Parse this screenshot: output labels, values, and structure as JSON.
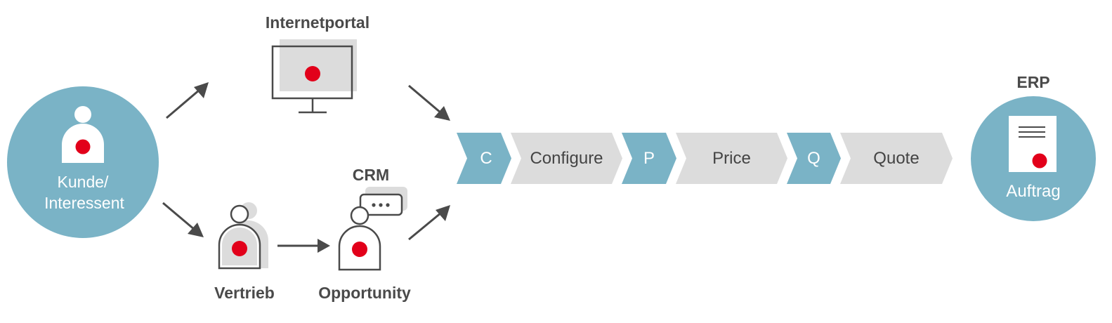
{
  "nodes": {
    "customer_line1": "Kunde/",
    "customer_line2": "Interessent",
    "portal": "Internetportal",
    "crm": "CRM",
    "sales": "Vertrieb",
    "opportunity": "Opportunity",
    "erp": "ERP",
    "order": "Auftrag"
  },
  "process": [
    {
      "label": "C",
      "kind": "letter"
    },
    {
      "label": "Configure",
      "kind": "word"
    },
    {
      "label": "P",
      "kind": "letter"
    },
    {
      "label": "Price",
      "kind": "word"
    },
    {
      "label": "Q",
      "kind": "letter"
    },
    {
      "label": "Quote",
      "kind": "word"
    }
  ],
  "colors": {
    "teal": "#7ab3c6",
    "grey": "#dcdcdc",
    "red": "#e2001a",
    "dark": "#4a4a4a"
  },
  "icons": {
    "customer": "person-icon",
    "portal": "monitor-icon",
    "sales": "person-icon",
    "opportunity": "chat-person-icon",
    "order": "document-icon"
  }
}
